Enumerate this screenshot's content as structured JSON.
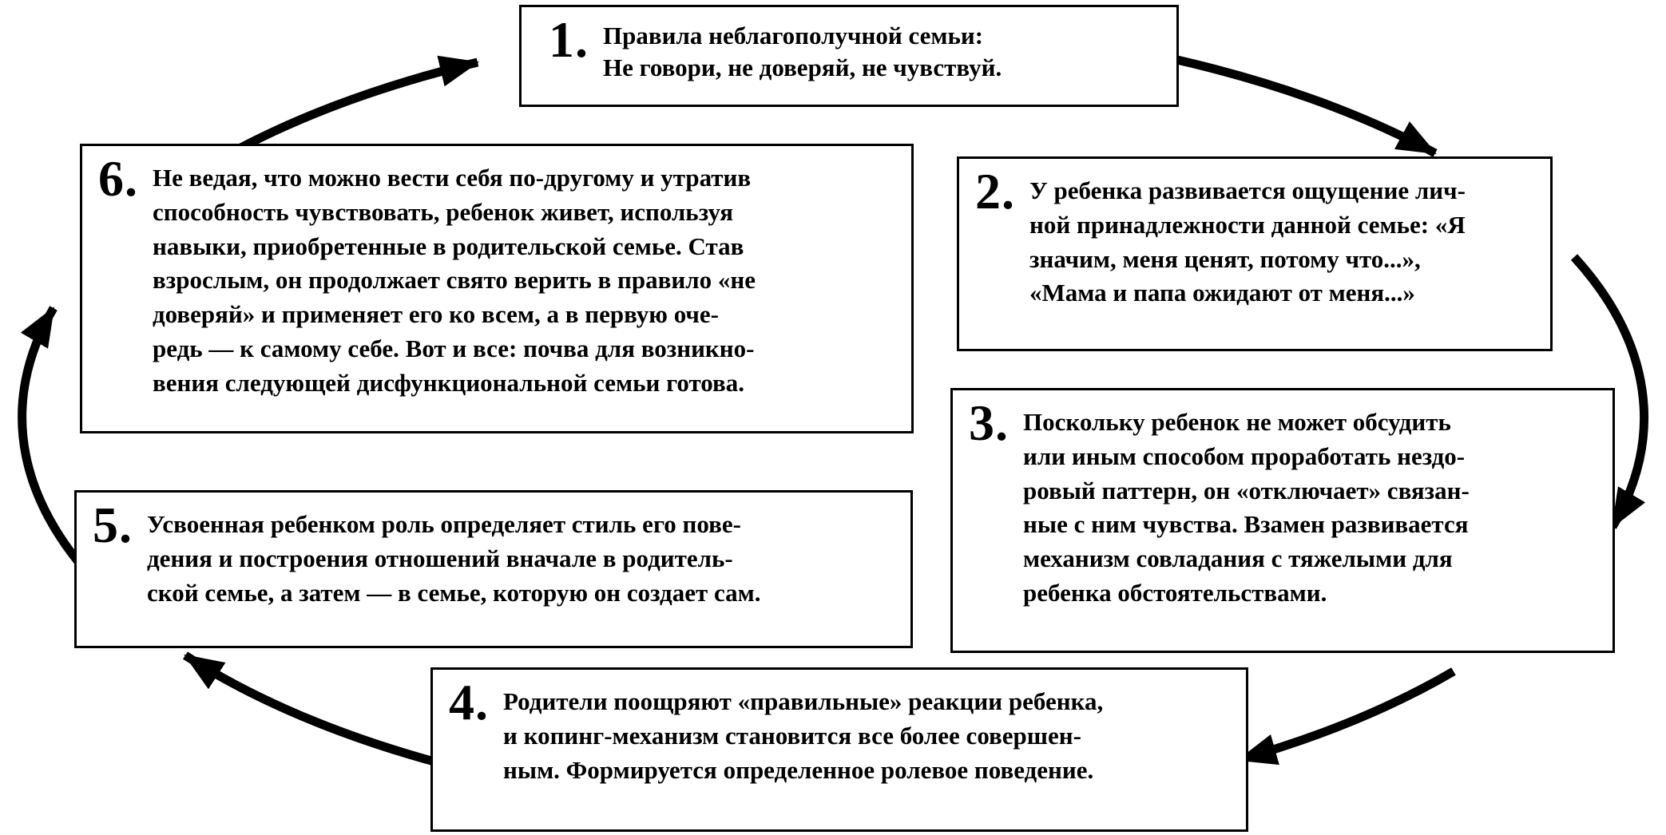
{
  "colors": {
    "ink": "#000000",
    "paper": "#ffffff"
  },
  "diagram": {
    "type": "cycle",
    "direction": "clockwise",
    "boxes": [
      {
        "number": "1.",
        "text": "Правила неблагополучной семьи:\nНе говори, не доверяй, не чувствуй."
      },
      {
        "number": "2.",
        "text": "У ребенка развивается ощущение лич-\nной принадлежности данной семье: «Я\nзначим, меня ценят, потому что...»,\n«Мама и папа ожидают от меня...»"
      },
      {
        "number": "3.",
        "text": "Поскольку ребенок не может обсудить\nили иным способом проработать нездо-\nровый паттерн, он «отключает» связан-\nные с ним чувства. Взамен развивается\nмеханизм совладания с тяжелыми для\nребенка обстоятельствами."
      },
      {
        "number": "4.",
        "text": "Родители поощряют «правильные» реакции ребенка,\nи копинг-механизм становится все более совершен-\nным. Формируется определенное ролевое поведение."
      },
      {
        "number": "5.",
        "text": "Усвоенная ребенком роль определяет стиль его пове-\nдения и построения отношений вначале в родитель-\nской семье, а затем — в семье, которую он создает сам."
      },
      {
        "number": "6.",
        "text": "Не ведая, что можно вести себя по-другому и утратив\nспособность чувствовать, ребенок живет, используя\nнавыки, приобретенные в родительской семье. Став\nвзрослым, он продолжает свято верить в правило «не\nдоверяй» и применяет его ко всем, а в первую оче-\nредь — к самому себе. Вот и все: почва для возникно-\nвения следующей дисфункциональной семьи готова."
      }
    ],
    "arrows": [
      {
        "from": 1,
        "to": 2
      },
      {
        "from": 2,
        "to": 3
      },
      {
        "from": 3,
        "to": 4
      },
      {
        "from": 4,
        "to": 5
      },
      {
        "from": 5,
        "to": 6
      },
      {
        "from": 6,
        "to": 1
      }
    ]
  }
}
